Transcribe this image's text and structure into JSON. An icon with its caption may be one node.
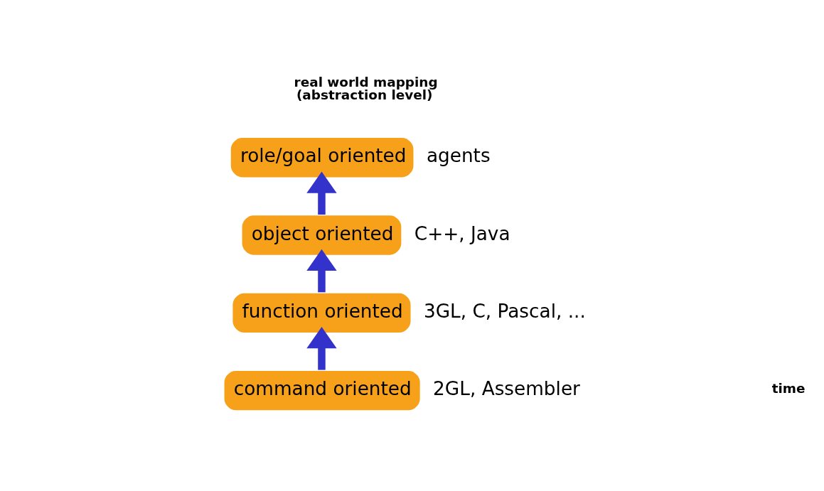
{
  "diagram": {
    "nodes": [
      {
        "text": [
          "command oriented"
        ],
        "beside": [
          "2GL, Assembler"
        ]
      },
      {
        "text": [
          "function oriented"
        ],
        "beside": [
          "3GL, C, Pascal, ..."
        ]
      },
      {
        "text": [
          "object oriented"
        ],
        "beside": [
          "C++, Java"
        ]
      },
      {
        "text": [
          "role/goal oriented"
        ],
        "beside": [
          "agents"
        ]
      }
    ],
    "edges": [
      {
        "from": 0,
        "to": 1,
        "arrow": "to"
      },
      {
        "from": 1,
        "to": 2,
        "arrow": "to"
      },
      {
        "from": 2,
        "to": 3,
        "arrow": "to"
      }
    ],
    "labels": [
      "real world mapping",
      "(abstraction level)",
      "time"
    ]
  }
}
